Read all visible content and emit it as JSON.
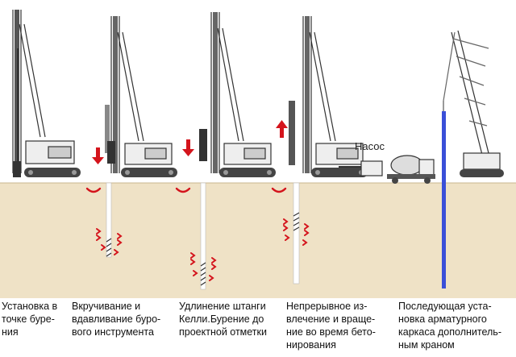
{
  "colors": {
    "ground": "#efe2c6",
    "ground_line": "#c8b58d",
    "machine": "#333333",
    "machine_light": "#777777",
    "arrow": "#d4141c",
    "pile": "#ffffff",
    "cage": "#3a4fd8"
  },
  "labels": {
    "pump": "Насос"
  },
  "stages": [
    {
      "caption": "Установка в\nточке буре-\nния"
    },
    {
      "caption": "Вкручивание и\nвдавливание буро-\nвого инструмента"
    },
    {
      "caption": "Удлинение штанги\nКелли.Бурение до\nпроектной отметки"
    },
    {
      "caption": "Непрерывное из-\nвлечение и враще-\nние во время бето-\nнирования"
    },
    {
      "caption": "Последующая уста-\nновка арматурного\nкаркаса дополнитель-\nным краном"
    }
  ]
}
